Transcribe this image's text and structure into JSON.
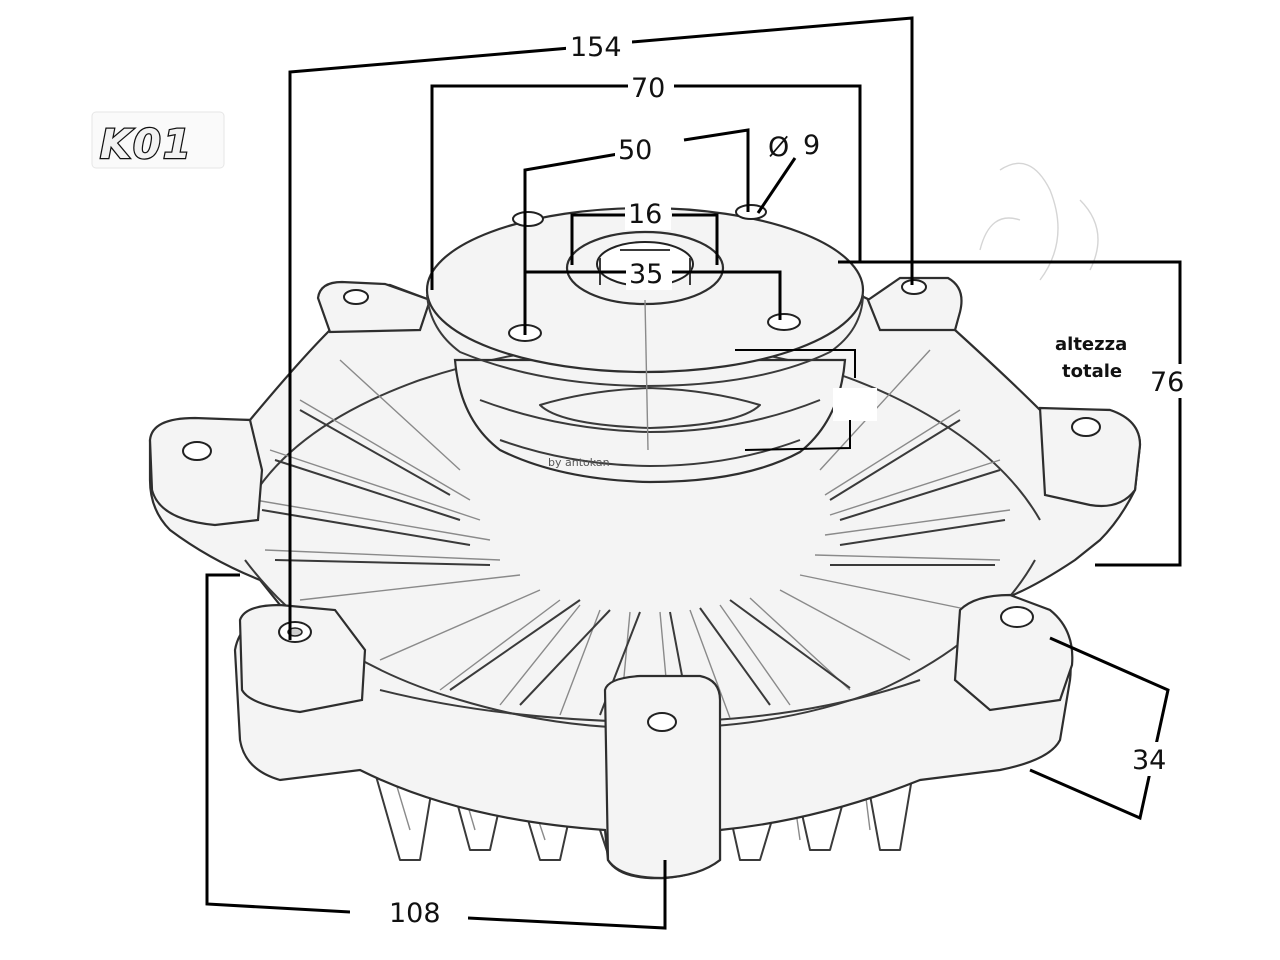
{
  "part_code": "K01",
  "credit": "by antokan",
  "height_label_line1": "altezza",
  "height_label_line2": "totale",
  "dimensions": {
    "overall_width": "154",
    "flange_diameter": "70",
    "bolt_circle": "50",
    "hole_diameter_symbol": "Ø",
    "hole_diameter": "9",
    "bore": "16",
    "bore_pilot": "35",
    "total_height": "76",
    "base_thickness": "34",
    "base_span": "108"
  }
}
